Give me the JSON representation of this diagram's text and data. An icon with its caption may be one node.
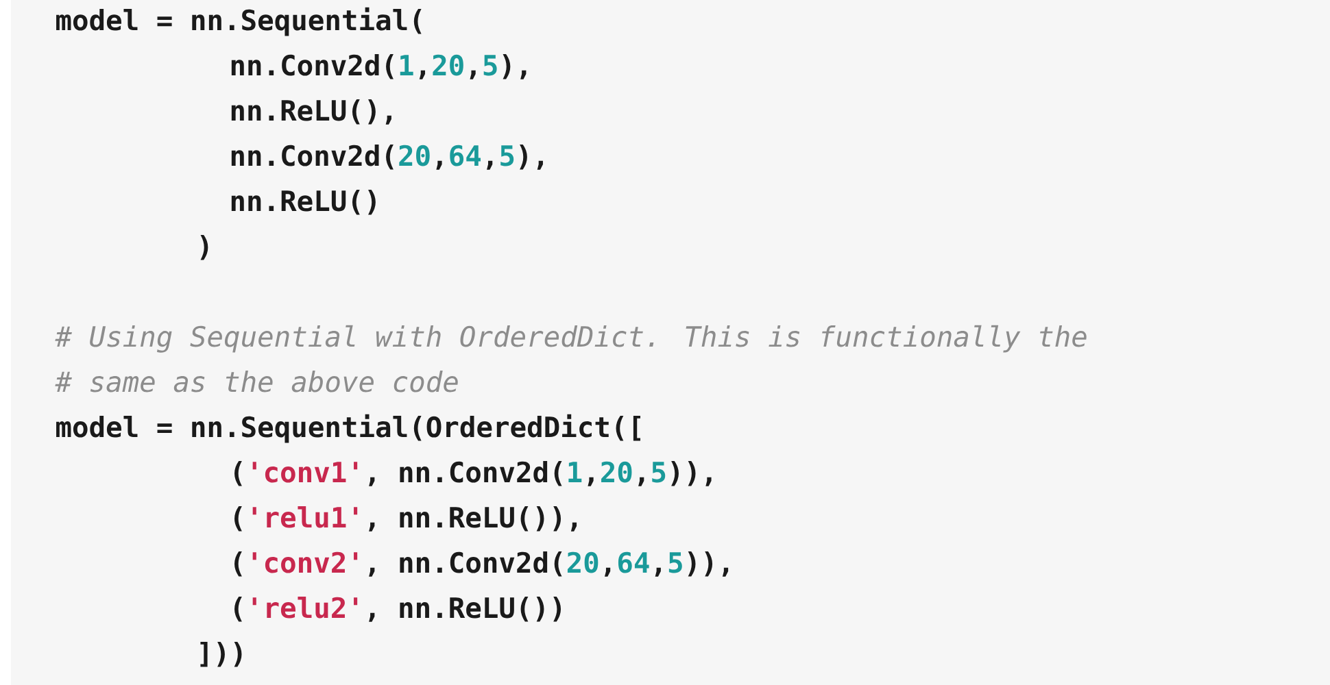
{
  "diagram": {
    "labels": [
      "model = nn.Sequential(",
      "nn.Conv2d(",
      "1",
      ",",
      "20",
      ",",
      "5",
      "),",
      "nn.ReLU(),",
      "nn.Conv2d(",
      "20",
      ",",
      "64",
      ",",
      "5",
      "),",
      "nn.ReLU()",
      ")",
      "# Using Sequential with OrderedDict. This is functionally the",
      "# same as the above code",
      "model = nn.Sequential(OrderedDict([",
      "(",
      "'conv1'",
      ", nn.Conv2d(",
      "1",
      ",",
      "20",
      ",",
      "5",
      ")),",
      "(",
      "'relu1'",
      ", nn.ReLU()),",
      "(",
      "'conv2'",
      ", nn.Conv2d(",
      "20",
      ",",
      "64",
      ",",
      "5",
      ")),",
      "(",
      "'relu2'",
      ", nn.ReLU())",
      "]))"
    ]
  }
}
